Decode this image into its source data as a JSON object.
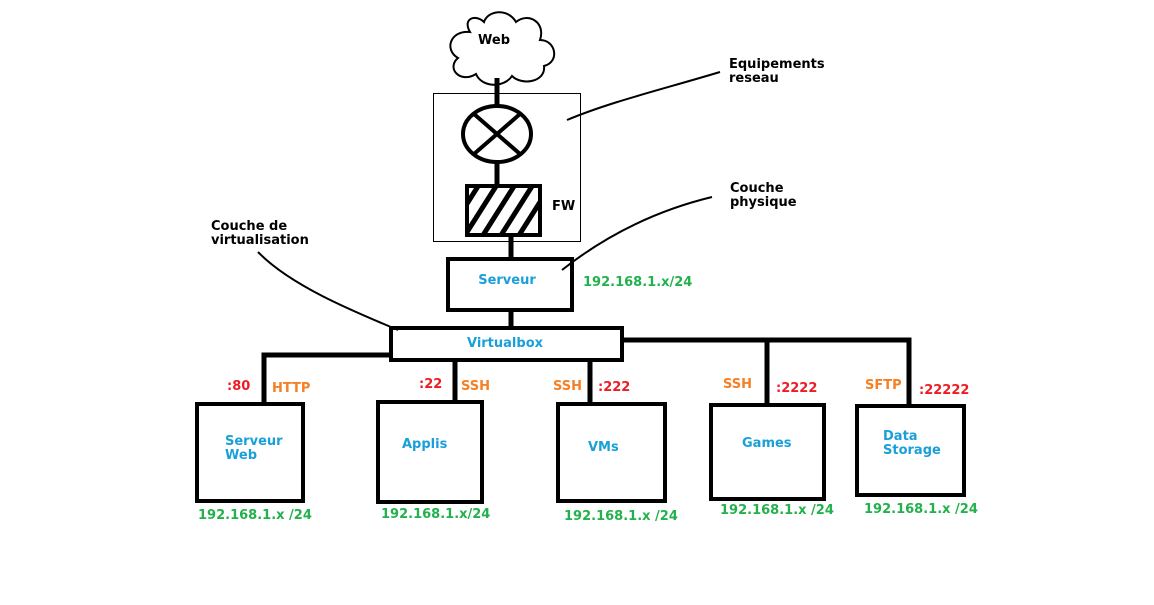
{
  "colors": {
    "blue": "#1aa0d8",
    "green": "#22b14c",
    "orange": "#f58025",
    "red": "#ed1c24",
    "line": "#000000"
  },
  "nodes": {
    "web": "Web",
    "router_icon": "router-icon",
    "firewall": "FW",
    "server": "Serveur",
    "virtualbox": "Virtualbox"
  },
  "annotations": {
    "network_equipment": "Equipements\nreseau",
    "physical_layer": "Couche\nphysique",
    "virtualization_layer": "Couche de\nvirtualisation"
  },
  "server_ip": "192.168.1.x/24",
  "vms": [
    {
      "name": "Serveur\nWeb",
      "protocol": "HTTP",
      "port": ":80",
      "ip": "192.168.1.x /24"
    },
    {
      "name": "Applis",
      "protocol": "SSH",
      "port": ":22",
      "ip": "192.168.1.x/24"
    },
    {
      "name": "VMs",
      "protocol": "SSH",
      "port": ":222",
      "ip": "192.168.1.x /24"
    },
    {
      "name": "Games",
      "protocol": "SSH",
      "port": ":2222",
      "ip": "192.168.1.x /24"
    },
    {
      "name": "Data\nStorage",
      "protocol": "SFTP",
      "port": ":22222",
      "ip": "192.168.1.x /24"
    }
  ]
}
